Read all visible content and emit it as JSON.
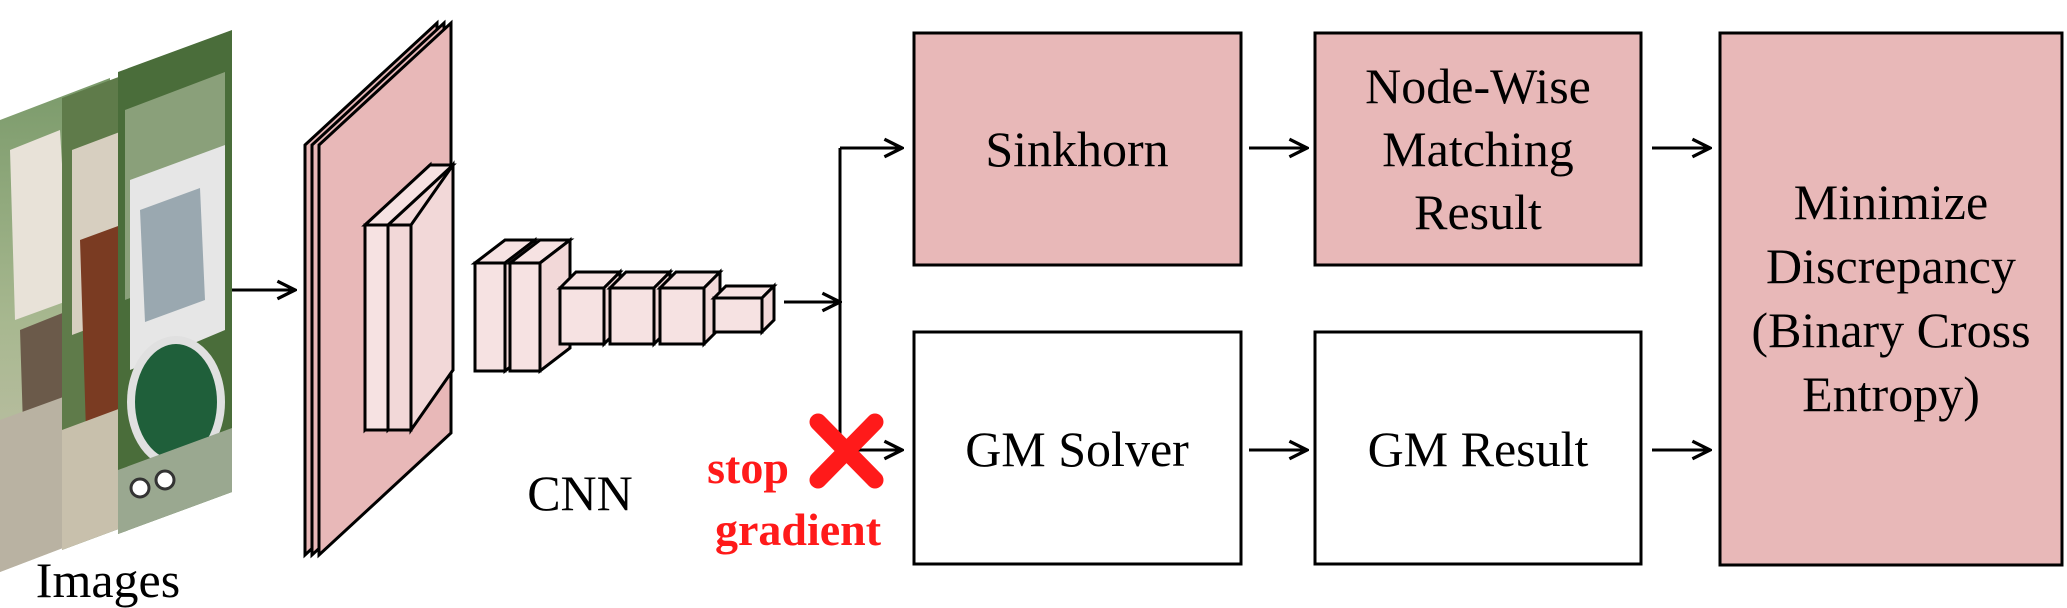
{
  "colors": {
    "box_fill": "#e8b8b8",
    "box_stroke": "#000000",
    "arrow": "#000000",
    "stop": "#ff1a1a",
    "white": "#ffffff"
  },
  "labels": {
    "images": "Images",
    "cnn": "CNN",
    "stop_line1": "stop",
    "stop_line2": "gradient"
  },
  "boxes": {
    "sinkhorn": [
      "Sinkhorn"
    ],
    "node_wise": [
      "Node-Wise",
      "Matching",
      "Result"
    ],
    "gm_solver": [
      "GM Solver"
    ],
    "gm_result": [
      "GM Result"
    ],
    "minimize": [
      "Minimize",
      "Discrepancy",
      "(Binary Cross",
      "Entropy)"
    ]
  },
  "icons": {
    "stop_mark": "cross-icon"
  }
}
